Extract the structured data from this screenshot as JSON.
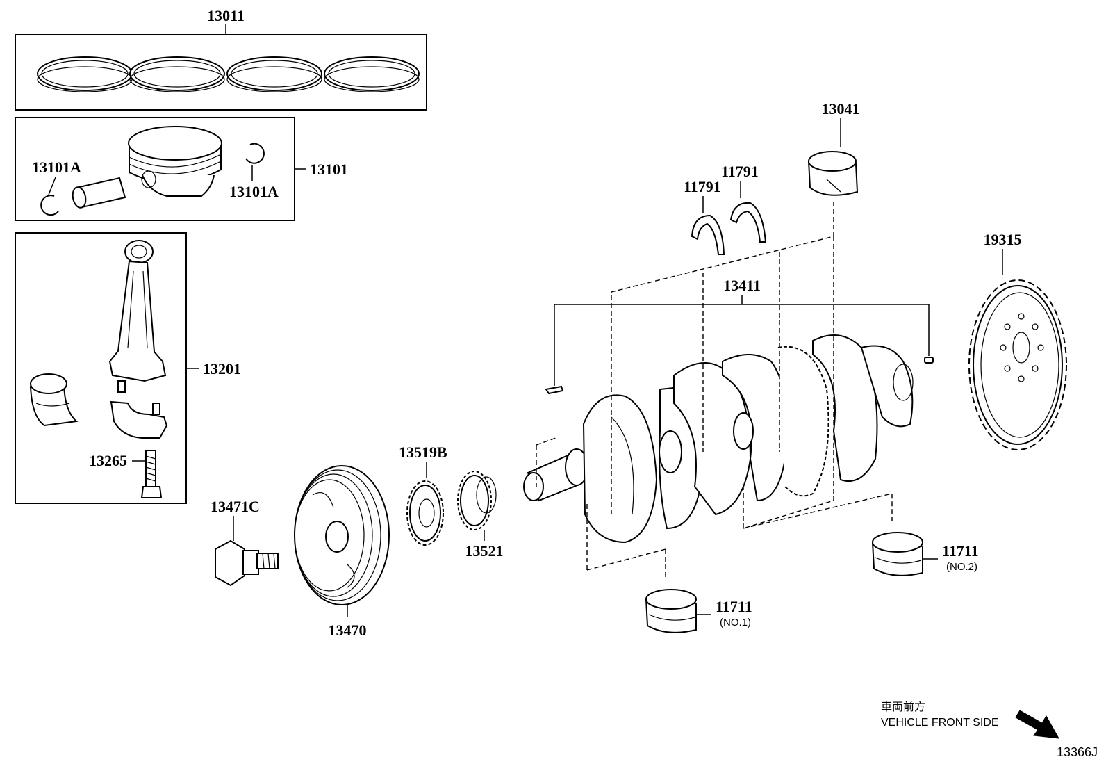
{
  "parts": {
    "p13011": "13011",
    "p13101": "13101",
    "p13101A_left": "13101A",
    "p13101A_right": "13101A",
    "p13201": "13201",
    "p13265": "13265",
    "p13471C": "13471C",
    "p13470": "13470",
    "p13519B": "13519B",
    "p13521": "13521",
    "p13041": "13041",
    "p11791_a": "11791",
    "p11791_b": "11791",
    "p13411": "13411",
    "p19315": "19315",
    "p11711_no1": "11711",
    "p11711_no1_sub": "(NO.1)",
    "p11711_no2": "11711",
    "p11711_no2_sub": "(NO.2)"
  },
  "direction": {
    "japanese": "車両前方",
    "english": "VEHICLE FRONT SIDE"
  },
  "figure_ref": "13366J"
}
